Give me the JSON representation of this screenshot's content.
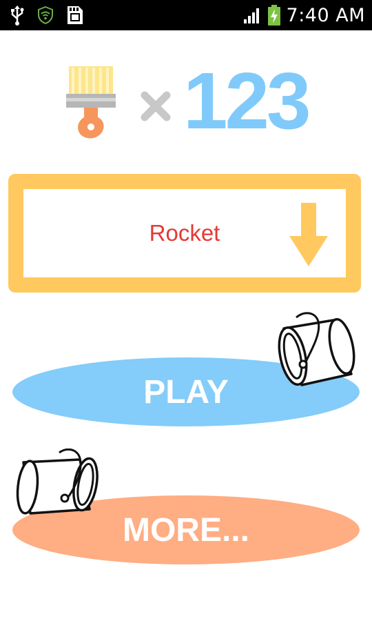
{
  "status_bar": {
    "time": "7:40 AM",
    "icons": [
      "usb-icon",
      "wifi-shield-icon",
      "sd-card-icon",
      "signal-icon",
      "battery-charging-icon"
    ]
  },
  "score": {
    "multiplier_symbol": "×",
    "value": "123",
    "icon": "paintbrush-icon"
  },
  "selector": {
    "selected": "Rocket",
    "icon": "arrow-down-icon"
  },
  "buttons": {
    "play_label": "PLAY",
    "more_label": "MORE..."
  },
  "colors": {
    "score_blue": "#7fcafa",
    "selector_frame": "#ffc95f",
    "selector_text": "#e53935",
    "play_button": "#84ccf9",
    "more_button": "#ffad82",
    "arrow": "#ffc95f"
  }
}
